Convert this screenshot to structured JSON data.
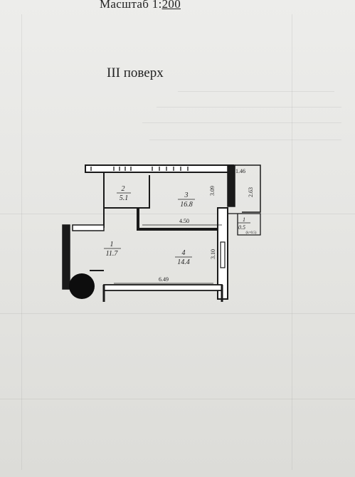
{
  "header": {
    "scale_prefix": "Масштаб 1:",
    "scale_value": "200",
    "floor_title": "III поверх"
  },
  "rooms": [
    {
      "number": "1",
      "area": "11.7"
    },
    {
      "number": "2",
      "area": "5.1"
    },
    {
      "number": "3",
      "area": "16.8"
    },
    {
      "number": "4",
      "area": "14.4"
    },
    {
      "number": "1",
      "area": "0.5",
      "note": "(k=0.5)"
    }
  ],
  "dimensions": {
    "top_right": "1.46",
    "right_side": "2.63",
    "room3_height": "3.09",
    "corridor_width": "4.50",
    "room4_height": "3.10",
    "bottom_width": "6.49"
  }
}
